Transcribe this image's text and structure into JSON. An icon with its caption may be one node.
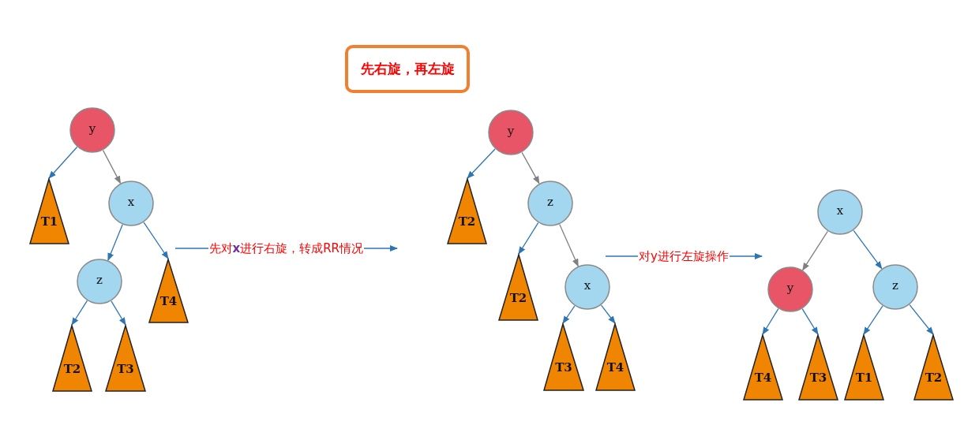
{
  "diagram": {
    "nodes": [
      {
        "text": [
          "先右旋，再左旋"
        ]
      },
      {
        "text": [
          "y"
        ]
      },
      {
        "text": [
          "T1"
        ]
      },
      {
        "text": [
          "x"
        ]
      },
      {
        "text": [
          "z"
        ]
      },
      {
        "text": [
          "T4"
        ]
      },
      {
        "text": [
          "T2"
        ]
      },
      {
        "text": [
          "T3"
        ]
      },
      {
        "text": [
          "y"
        ]
      },
      {
        "text": [
          "T2"
        ]
      },
      {
        "text": [
          "z"
        ]
      },
      {
        "text": [
          "T2"
        ]
      },
      {
        "text": [
          "x"
        ]
      },
      {
        "text": [
          "T3"
        ]
      },
      {
        "text": [
          "T4"
        ]
      },
      {
        "text": [
          "x"
        ]
      },
      {
        "text": [
          "y"
        ]
      },
      {
        "text": [
          "z"
        ]
      },
      {
        "text": [
          "T4"
        ]
      },
      {
        "text": [
          "T3"
        ]
      },
      {
        "text": [
          "T1"
        ]
      },
      {
        "text": [
          "T2"
        ]
      }
    ],
    "edges": [
      {
        "from": 1,
        "to": 2,
        "arrow": "to"
      },
      {
        "from": 1,
        "to": 3,
        "arrow": "to",
        "color": "#808080"
      },
      {
        "from": 3,
        "to": 4,
        "arrow": "to"
      },
      {
        "from": 3,
        "to": 5,
        "arrow": "to"
      },
      {
        "from": 4,
        "to": 6,
        "arrow": "to"
      },
      {
        "from": 4,
        "to": 7,
        "arrow": "to"
      },
      {
        "from": 8,
        "to": 9,
        "arrow": "to"
      },
      {
        "from": 8,
        "to": 10,
        "arrow": "to",
        "color": "#808080"
      },
      {
        "from": 10,
        "to": 11,
        "arrow": "to"
      },
      {
        "from": 10,
        "to": 12,
        "arrow": "to",
        "color": "#808080"
      },
      {
        "from": 12,
        "to": 13,
        "arrow": "to"
      },
      {
        "from": 12,
        "to": 14,
        "arrow": "to"
      },
      {
        "from": 15,
        "to": 16,
        "arrow": "to",
        "color": "#808080"
      },
      {
        "from": 15,
        "to": 17,
        "arrow": "to"
      },
      {
        "from": 16,
        "to": 18,
        "arrow": "to"
      },
      {
        "from": 16,
        "to": 19,
        "arrow": "to"
      },
      {
        "from": 17,
        "to": 20,
        "arrow": "to"
      },
      {
        "from": 17,
        "to": 21,
        "arrow": "to"
      }
    ],
    "labels": [
      "先对**x**进行右旋，转成RR情况",
      "对y进行左旋操作"
    ]
  }
}
